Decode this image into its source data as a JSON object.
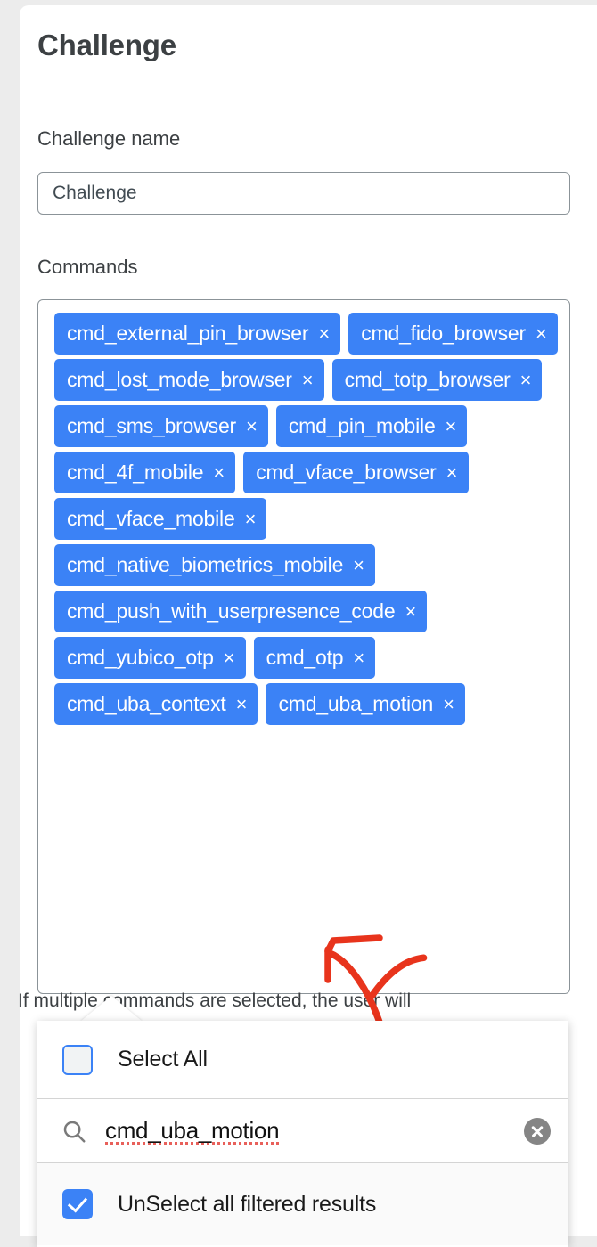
{
  "page": {
    "title": "Challenge"
  },
  "form": {
    "challenge_name": {
      "label": "Challenge name",
      "value": "Challenge",
      "placeholder": "Challenge"
    },
    "commands": {
      "label": "Commands",
      "helper_text": "If multiple commands are selected, the user will",
      "remove_glyph": "×",
      "tags": [
        {
          "label": "cmd_external_pin_browser"
        },
        {
          "label": "cmd_fido_browser"
        },
        {
          "label": "cmd_lost_mode_browser"
        },
        {
          "label": "cmd_totp_browser"
        },
        {
          "label": "cmd_sms_browser"
        },
        {
          "label": "cmd_pin_mobile"
        },
        {
          "label": "cmd_4f_mobile"
        },
        {
          "label": "cmd_vface_browser"
        },
        {
          "label": "cmd_vface_mobile"
        },
        {
          "label": "cmd_native_biometrics_mobile"
        },
        {
          "label": "cmd_push_with_userpresence_code"
        },
        {
          "label": "cmd_yubico_otp"
        },
        {
          "label": "cmd_otp"
        },
        {
          "label": "cmd_uba_context"
        },
        {
          "label": "cmd_uba_motion"
        }
      ]
    }
  },
  "dropdown": {
    "select_all": {
      "label": "Select All",
      "checked": false
    },
    "search": {
      "value": "cmd_uba_motion",
      "placeholder": "Search",
      "icon": "search-icon",
      "clear_icon": "clear-circle-icon"
    },
    "unselect_filtered": {
      "label": "UnSelect all filtered results",
      "checked": true
    }
  },
  "annotation": {
    "type": "arrow",
    "color": "#e8341c",
    "points_to": "cmd_uba_motion"
  },
  "colors": {
    "tag_blue": "#3b82f6",
    "accent_blue": "#3b82f6",
    "page_background": "#ececec",
    "card_background": "#ffffff",
    "border_gray": "#8b9398",
    "annotation_red": "#e8341c",
    "title_text": "#3c4043"
  }
}
